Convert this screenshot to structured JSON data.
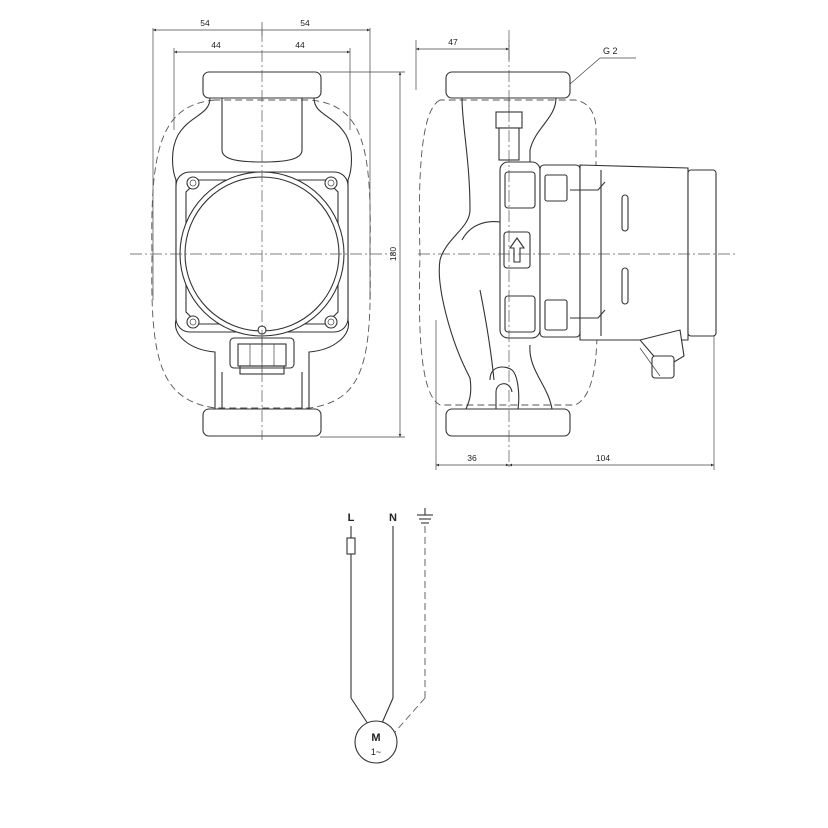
{
  "front_view": {
    "dimensions": {
      "overall_left": "54",
      "overall_right": "54",
      "inner_left": "44",
      "inner_right": "44",
      "height": "180"
    }
  },
  "side_view": {
    "dimensions": {
      "top_offset": "47",
      "bottom_left": "36",
      "bottom_right": "104"
    },
    "thread_label": "G 2"
  },
  "wiring": {
    "line_label": "L",
    "neutral_label": "N",
    "motor_label": "M",
    "motor_phase": "1~"
  }
}
